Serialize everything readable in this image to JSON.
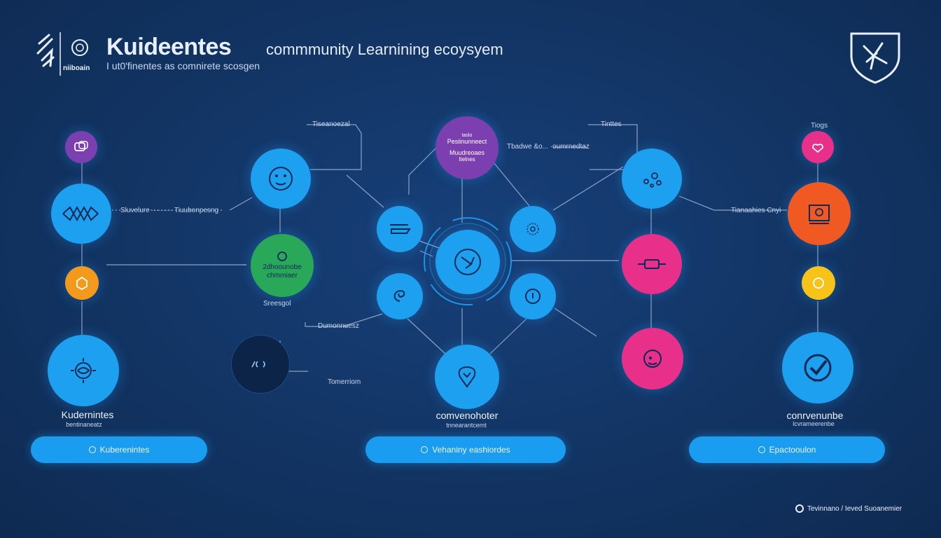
{
  "header": {
    "brand": "Kuideentes",
    "title": "commmunity Learnining ecoysyem",
    "subtitle": "I ut0'finentes as comnirete scosgen",
    "logo_text": "niiboain"
  },
  "labels": {
    "left_connector": "Sluvelure ·········  Tiuubonpesng",
    "top_left_tag": "Tiseanoezal",
    "top_right_tag": "Tinttes",
    "far_right_tag": "Tiogs",
    "right_connector": "Tianaahies Cnyi",
    "center_top_right": "Tbadwe &o... ·oumrnedtaz",
    "green_caption": "2dhoounobe chmmiaer",
    "below_green": "Sreesgol",
    "center_lower_left": "Dumonnuesz",
    "lower_middle": "Tomerriom",
    "purple_line1": "taslo",
    "purple_line2": "Pesiinunneect",
    "purple_line3": "Muudreoaes",
    "purple_line4": "Itelnes"
  },
  "columns": {
    "left": {
      "caption": "Kudernintes",
      "sub": "bentinaneatz",
      "pill": "Kuberenintes"
    },
    "center": {
      "caption": "comvenohoter",
      "sub": "tnnearantcemt",
      "pill": "Vehaniny eashiordes"
    },
    "right": {
      "caption": "conrvenunbe",
      "sub": "lcvrameerenbe",
      "pill": "Epactooulon"
    }
  },
  "footer": {
    "credit": "Tevinnano / Ieved Suoanemier"
  },
  "colors": {
    "background": "#123463",
    "blue": "#1ea0f0",
    "purple": "#7b3fb0",
    "orange": "#f39a1c",
    "green": "#2aa85a",
    "pink": "#e8308a",
    "red": "#f05a22",
    "yellow": "#f7c318"
  },
  "icons": [
    "kubernetes-logo-icon",
    "shield-badge-icon",
    "graduation-icon",
    "network-icon",
    "hub-icon"
  ]
}
